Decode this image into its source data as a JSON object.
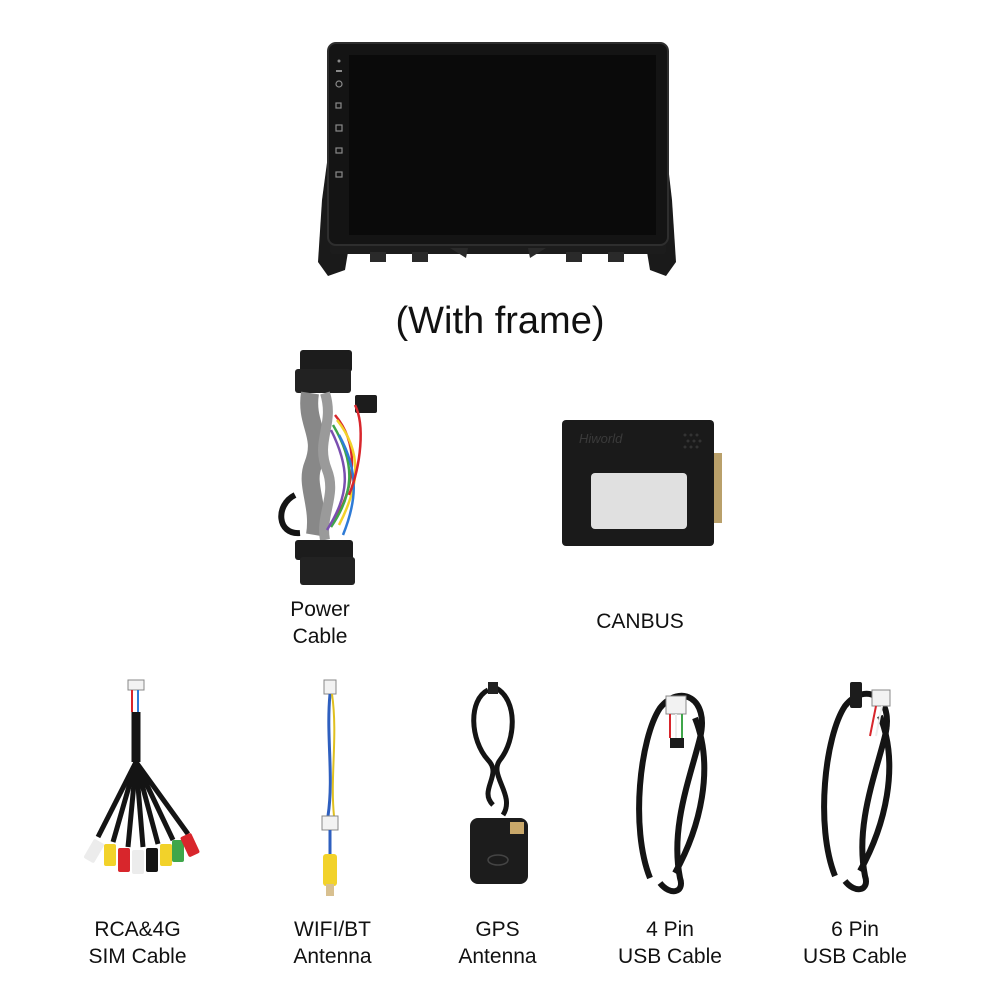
{
  "frame_caption": "(With frame)",
  "brand_text": "Hiworld",
  "items": [
    {
      "name": "power",
      "line1": "Power",
      "line2": "Cable"
    },
    {
      "name": "canbus",
      "line1": "CANBUS",
      "line2": ""
    },
    {
      "name": "rca",
      "line1": "RCA&4G",
      "line2": "SIM Cable"
    },
    {
      "name": "wifi",
      "line1": "WIFI/BT",
      "line2": "Antenna"
    },
    {
      "name": "gps",
      "line1": "GPS",
      "line2": "Antenna"
    },
    {
      "name": "usb4",
      "line1": "4 Pin",
      "line2": "USB Cable"
    },
    {
      "name": "usb6",
      "line1": "6 Pin",
      "line2": "USB Cable"
    }
  ],
  "colors": {
    "screen": "#0c0c0c",
    "frame": "#1a1a1a",
    "cable": "#141414",
    "rca_red": "#d8262c",
    "rca_yellow": "#f2d22a",
    "rca_white": "#ececec",
    "rca_green": "#3fa64a"
  }
}
